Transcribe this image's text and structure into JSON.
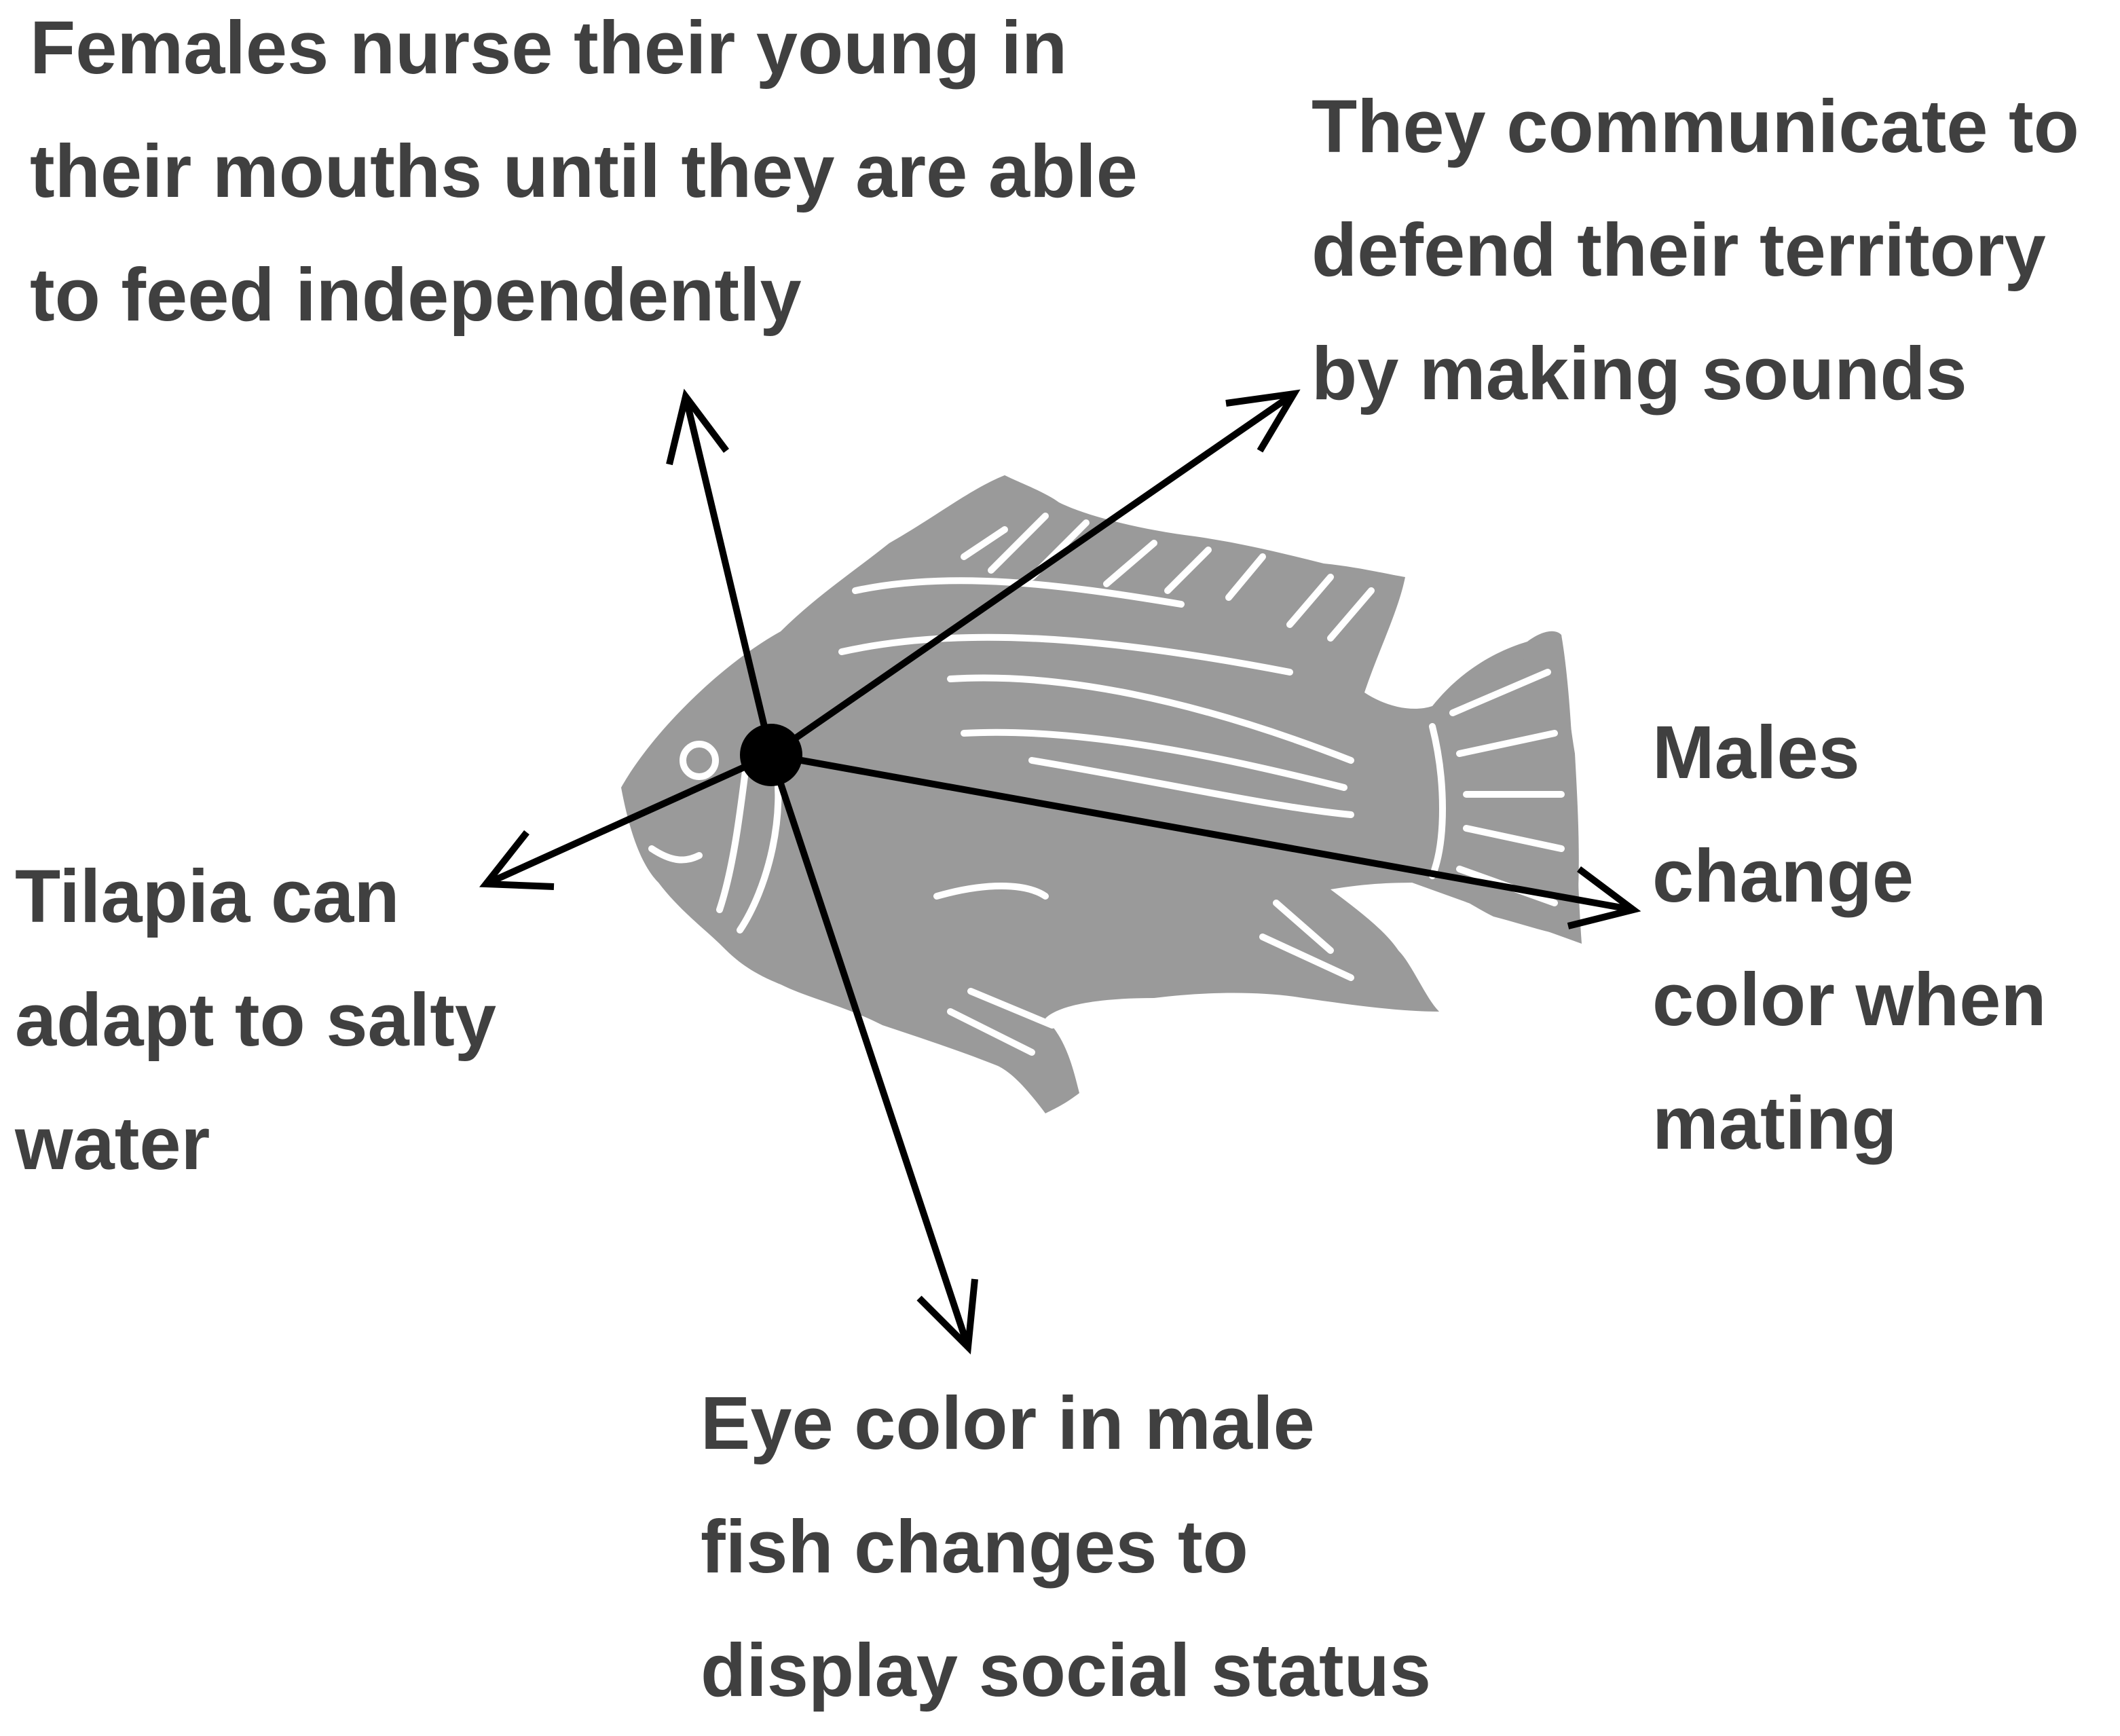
{
  "diagram": {
    "subject_image": "tilapia-fish-silhouette",
    "colors": {
      "text": "#404040",
      "fish": "#9a9a9a",
      "fish_markings": "#ffffff",
      "arrows": "#000000"
    },
    "facts": {
      "females": {
        "lines": [
          "Females nurse their young in",
          "their mouths until they are able",
          "to feed independently"
        ]
      },
      "communicate": {
        "lines": [
          "They communicate to",
          "defend their territory",
          "by making sounds"
        ]
      },
      "tilapia": {
        "lines": [
          "Tilapia can",
          "adapt to salty",
          "water"
        ]
      },
      "males": {
        "lines": [
          "Males",
          "change",
          "color when",
          "mating"
        ]
      },
      "eye": {
        "lines": [
          "Eye color in male",
          "fish changes to",
          "display social status"
        ]
      }
    }
  }
}
